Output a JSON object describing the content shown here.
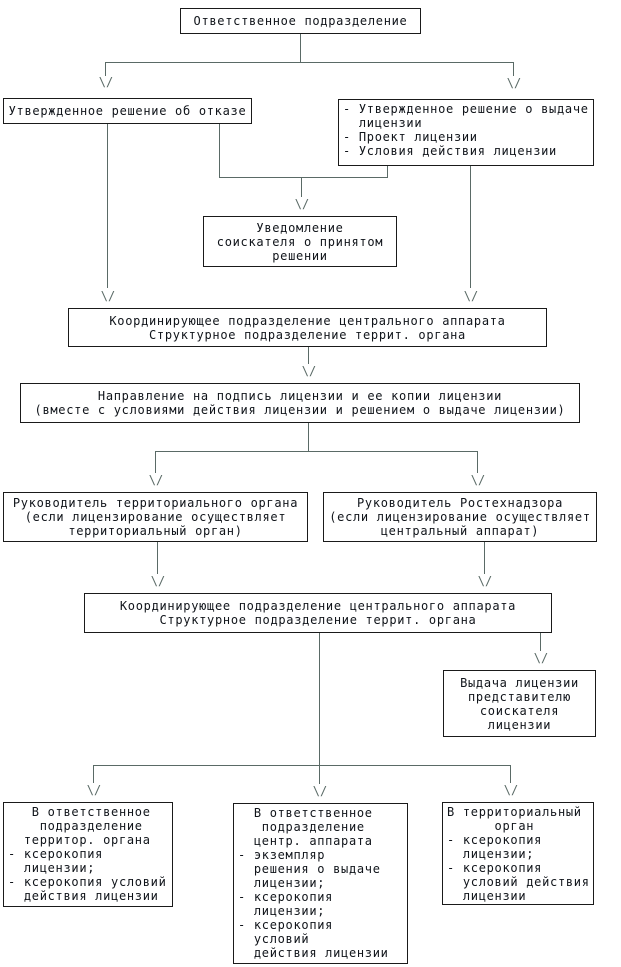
{
  "theme": {
    "line_color": "#5a6a66",
    "border_color": "#1a1a1a",
    "text_color": "#10141a",
    "background_color": "#ffffff"
  },
  "ui": {
    "arrow_glyph": "\\/"
  },
  "boxes": {
    "responsible_division": {
      "text": "Ответственное подразделение"
    },
    "refusal_decision": {
      "text": "Утвержденное решение об отказе"
    },
    "issuance_documents": {
      "text": "- Утвержденное решение о выдаче\n  лицензии\n- Проект лицензии\n- Условия действия лицензии"
    },
    "applicant_notification": {
      "text": "Уведомление\nсоискателя о принятом\nрешении"
    },
    "coordinating_division_1": {
      "text": "Координирующее подразделение центрального аппарата\nСтруктурное подразделение террит. органа"
    },
    "license_signing": {
      "text": "Направление на подпись лицензии и ее копии лицензии\n(вместе с условиями действия лицензии и решением о выдаче лицензии)"
    },
    "territorial_head": {
      "text": "Руководитель территориального органа\n(если лицензирование осуществляет\nтерриториальный орган)"
    },
    "rostechnadzor_head": {
      "text": "Руководитель Ростехнадзора\n(если лицензирование осуществляет\nцентральный аппарат)"
    },
    "coordinating_division_2": {
      "text": "Координирующее подразделение центрального аппарата\nСтруктурное подразделение террит. органа"
    },
    "license_issuance": {
      "text": "Выдача лицензии\nпредставителю\nсоискателя\nлицензии"
    },
    "to_territorial_division": {
      "text": "   В ответственное\n    подразделение\n  территор. органа\n- ксерокопия\n  лицензии;\n- ксерокопия условий\n  действия лицензии"
    },
    "to_central_division": {
      "text": "  В ответственное\n   подразделение\n  центр. аппарата\n- экземпляр\n  решения о выдаче\n  лицензии;\n- ксерокопия\n  лицензии;\n- ксерокопия\n  условий\n  действия лицензии"
    },
    "to_territorial_body": {
      "text": "В территориальный\n      орган\n- ксерокопия\n  лицензии;\n- ксерокопия\n  условий действия\n  лицензии"
    }
  }
}
